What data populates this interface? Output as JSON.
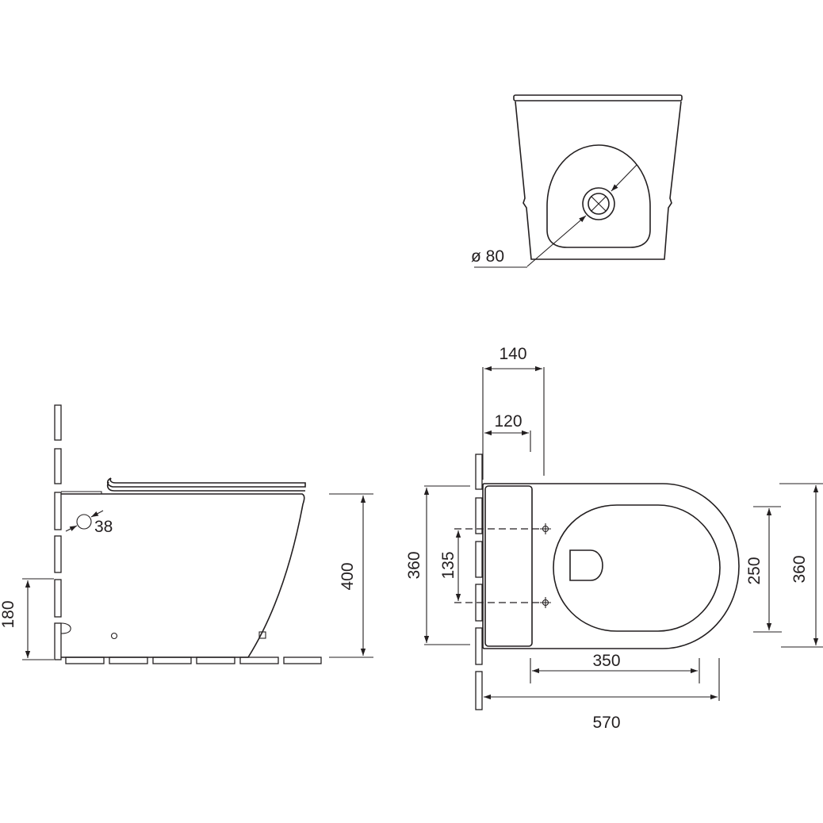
{
  "colors": {
    "line": "#231f20",
    "background": "#ffffff"
  },
  "top_view": {
    "drain_diameter": "ø 80"
  },
  "side_view": {
    "inlet_diameter": "38",
    "height": "400",
    "outlet_height": "180"
  },
  "plan_view": {
    "depth_140": "140",
    "depth_120": "120",
    "width_left": "360",
    "fixing_spacing": "135",
    "bowl_length": "350",
    "total_length": "570",
    "bowl_width": "250",
    "width_right": "360"
  }
}
